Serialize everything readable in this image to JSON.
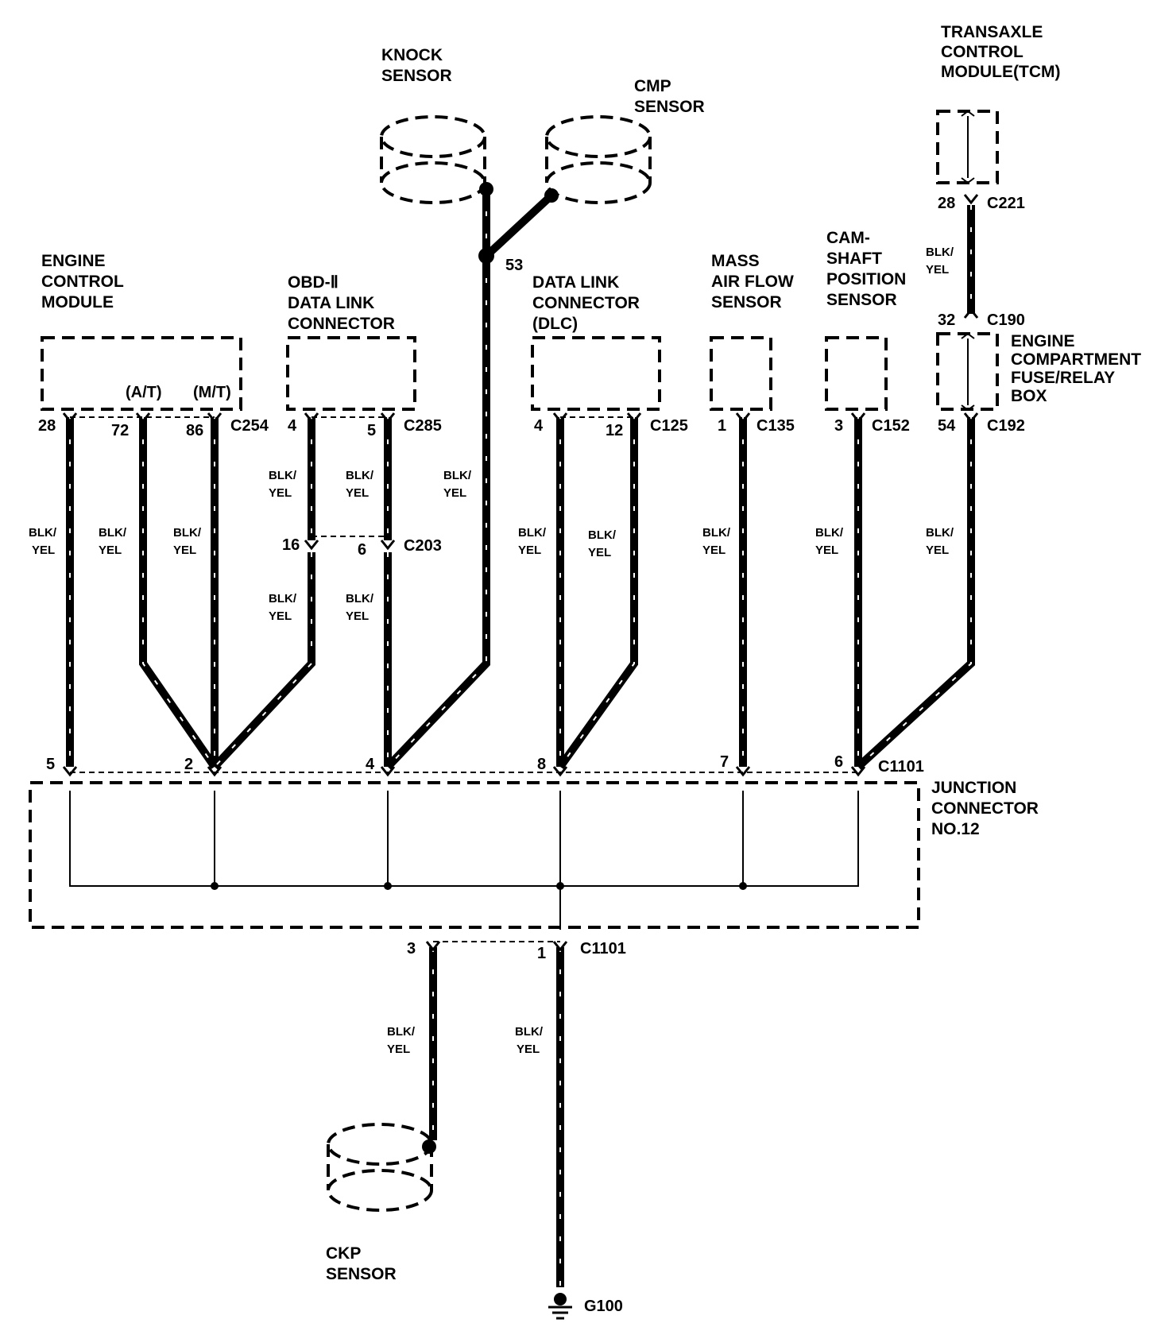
{
  "components": {
    "knock_sensor": {
      "line1": "KNOCK",
      "line2": "SENSOR"
    },
    "cmp_sensor": {
      "line1": "CMP",
      "line2": "SENSOR"
    },
    "tcm": {
      "line1": "TRANSAXLE",
      "line2": "CONTROL",
      "line3": "MODULE(TCM)"
    },
    "ecm": {
      "line1": "ENGINE",
      "line2": "CONTROL",
      "line3": "MODULE",
      "at": "(A/T)",
      "mt": "(M/T)"
    },
    "obd": {
      "line1": "OBD-Ⅱ",
      "line2": "DATA LINK",
      "line3": "CONNECTOR"
    },
    "dlc": {
      "line1": "DATA LINK",
      "line2": "CONNECTOR",
      "line3": "(DLC)"
    },
    "maf": {
      "line1": "MASS",
      "line2": "AIR FLOW",
      "line3": "SENSOR"
    },
    "camshaft": {
      "line1": "CAM-",
      "line2": "SHAFT",
      "line3": "POSITION",
      "line4": "SENSOR"
    },
    "fuse_box": {
      "line1": "ENGINE",
      "line2": "COMPARTMENT",
      "line3": "FUSE/RELAY",
      "line4": "BOX"
    },
    "junction": {
      "line1": "JUNCTION",
      "line2": "CONNECTOR",
      "line3": "NO.12"
    },
    "ckp_sensor": {
      "line1": "CKP",
      "line2": "SENSOR"
    },
    "ground": {
      "label": "G100"
    }
  },
  "connectors": {
    "c254": "C254",
    "c285": "C285",
    "c203": "C203",
    "c125": "C125",
    "c135": "C135",
    "c152": "C152",
    "c192": "C192",
    "c190": "C190",
    "c221": "C221",
    "c1101_top": "C1101",
    "c1101_bottom": "C1101"
  },
  "pins": {
    "ecm_28": "28",
    "ecm_72": "72",
    "ecm_86": "86",
    "obd_4": "4",
    "obd_5": "5",
    "c203_16": "16",
    "c203_6": "6",
    "splice_53": "53",
    "dlc_4": "4",
    "dlc_12": "12",
    "maf_1": "1",
    "cam_3": "3",
    "fuse_54": "54",
    "fuse_32": "32",
    "tcm_28": "28",
    "j_5": "5",
    "j_2": "2",
    "j_4": "4",
    "j_8": "8",
    "j_7": "7",
    "j_6": "6",
    "j_3": "3",
    "j_1": "1"
  },
  "wire_color": {
    "line1": "BLK/",
    "line2": "YEL"
  }
}
